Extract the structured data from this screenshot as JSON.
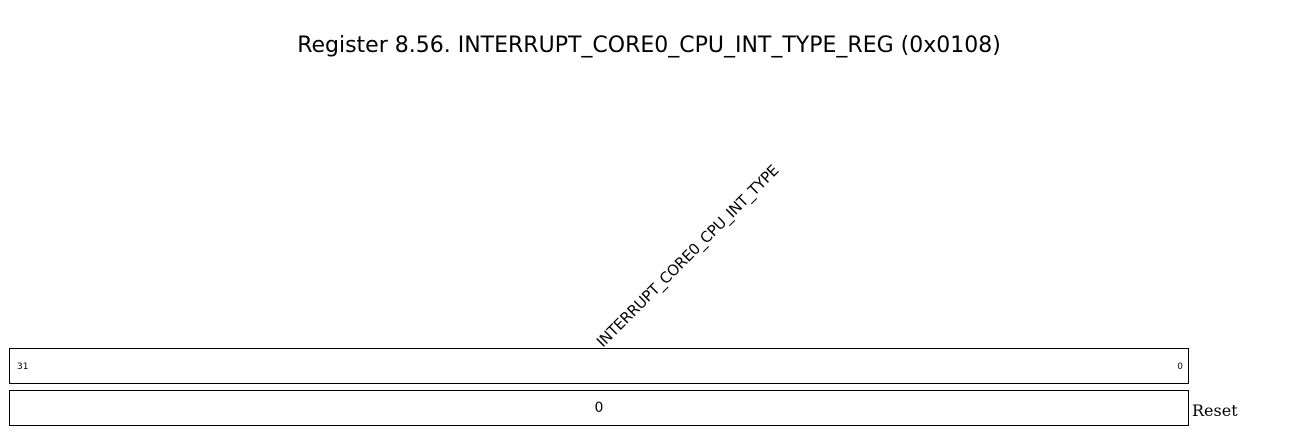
{
  "title": "Register 8.56. INTERRUPT_CORE0_CPU_INT_TYPE_REG (0x0108)",
  "field": {
    "name": "INTERRUPT_CORE0_CPU_INT_TYPE"
  },
  "bits": {
    "high": "31",
    "low": "0"
  },
  "reset": {
    "value": "0",
    "label": "Reset"
  }
}
